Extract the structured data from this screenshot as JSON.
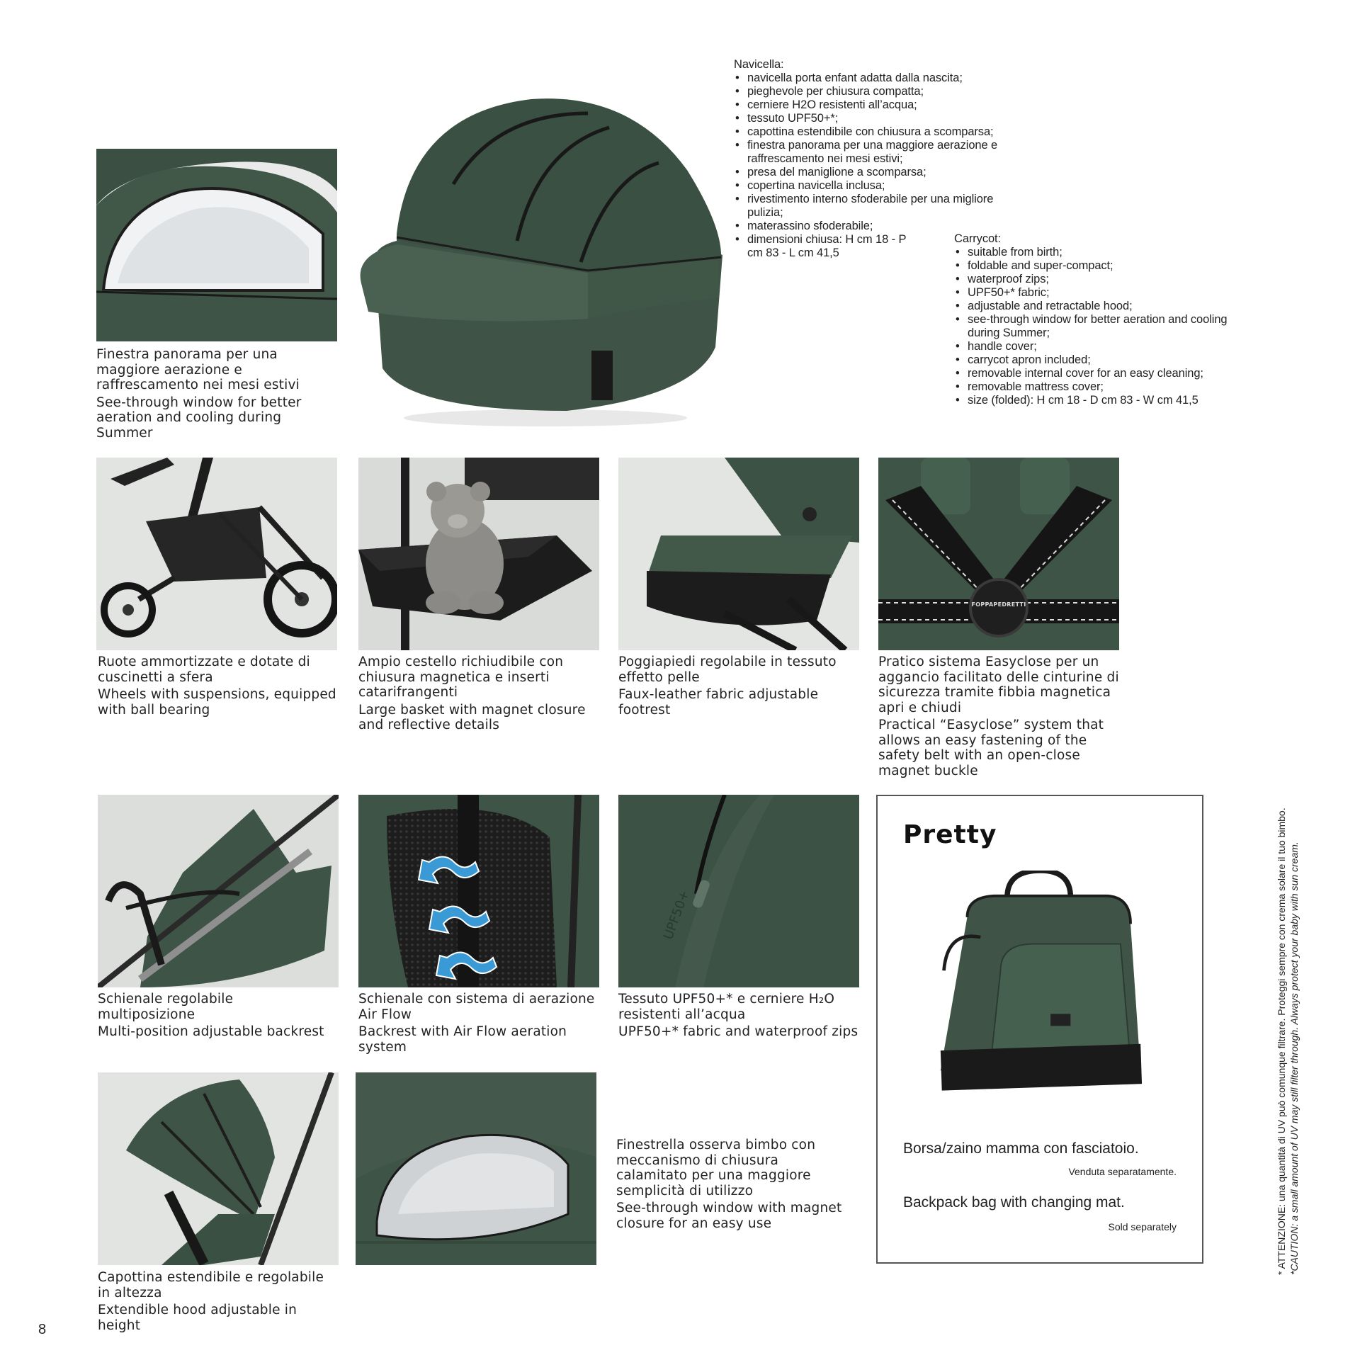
{
  "page_number": "8",
  "carrycot_it": {
    "heading": "Navicella:",
    "items": [
      "navicella porta enfant adatta dalla nascita;",
      "pieghevole per chiusura compatta;",
      "cerniere H2O resistenti all’acqua;",
      "tessuto UPF50+*;",
      "capottina estendibile con chiusura a scomparsa;",
      "finestra panorama per una maggiore aerazione e raffrescamento nei mesi estivi;",
      "presa del maniglione a scomparsa;",
      "copertina navicella inclusa;",
      "rivestimento interno sfoderabile per una migliore pulizia;",
      "materassino sfoderabile;",
      "dimensioni chiusa: H cm 18 - P cm 83 - L cm 41,5"
    ]
  },
  "carrycot_en": {
    "heading": "Carrycot:",
    "items": [
      "suitable from birth;",
      "foldable and super-compact;",
      "waterproof zips;",
      "UPF50+* fabric;",
      "adjustable and retractable hood;",
      "see-through window for better aeration and cooling during Summer;",
      "handle cover;",
      "carrycot apron included;",
      "removable internal cover for an easy cleaning;",
      "removable mattress cover;",
      "size (folded): H cm 18 - D cm 83 - W cm 41,5"
    ]
  },
  "captions": {
    "window": {
      "it": "Finestra panorama per una maggiore aerazione e raffrescamento nei mesi estivi",
      "en": "See-through window for better aeration and cooling during Summer"
    },
    "wheels": {
      "it": "Ruote ammortizzate e dotate di cuscinetti a sfera",
      "en": "Wheels with suspensions, equipped with ball bearing"
    },
    "basket": {
      "it": "Ampio cestello richiudibile con chiusura magnetica e inserti catarifrangenti",
      "en": "Large basket with magnet closure and reflective details"
    },
    "footrest": {
      "it": "Poggiapiedi regolabile in tessuto effetto pelle",
      "en": "Faux-leather fabric adjustable footrest"
    },
    "easyclose": {
      "it": "Pratico sistema Easyclose per un aggancio facilitato delle cinturine di sicurezza tramite fibbia magnetica apri e chiudi",
      "en": "Practical “Easyclose” system that allows an easy fastening of the safety belt with an open-close magnet buckle"
    },
    "backrest": {
      "it": "Schienale regolabile multiposizione",
      "en": "Multi-position adjustable backrest"
    },
    "airflow": {
      "it": "Schienale con sistema di aerazione Air Flow",
      "en": "Backrest with Air Flow aeration system"
    },
    "fabric": {
      "it": "Tessuto UPF50+* e cerniere H₂O resistenti all’acqua",
      "en": "UPF50+* fabric and waterproof zips"
    },
    "hood": {
      "it": "Capottina estendibile e regolabile in altezza",
      "en": "Extendible hood adjustable in height"
    },
    "peek": {
      "it": "Finestrella osserva bimbo con meccanismo di chiusura calamitato per una maggiore semplicità di utilizzo",
      "en": "See-through window with magnet closure for an easy use"
    }
  },
  "buckle_logo": "FOPPAPEDRETTI",
  "zip_label": "UPF50+",
  "pretty_box": {
    "title": "Pretty",
    "desc_it": "Borsa/zaino mamma con fasciatoio.",
    "note_it": "Venduta separatamente.",
    "desc_en": "Backpack bag with changing mat.",
    "note_en": "Sold separately"
  },
  "uv_note": {
    "it": "* ATTENZIONE: una quantità di UV può comunque filtrare. Proteggi sempre con crema solare il tuo bimbo.",
    "en": "*CAUTION: a small amount of UV may still filter through. Always protect your baby with sun cream."
  },
  "colors": {
    "green": "#3f5446",
    "green_dark": "#2c3b31",
    "black": "#1b1b1b"
  }
}
